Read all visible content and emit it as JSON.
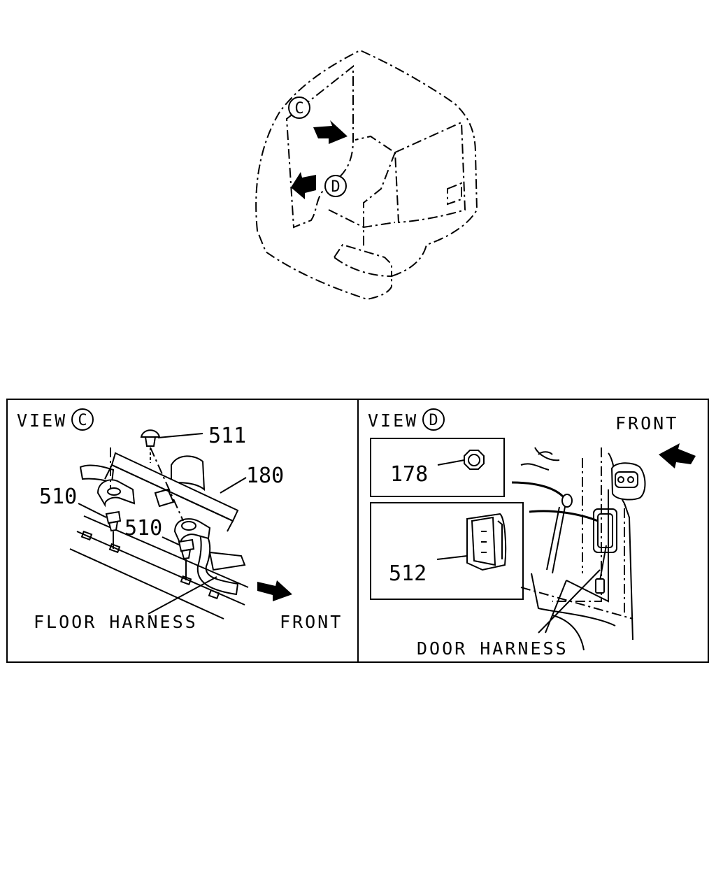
{
  "overview": {
    "marker_c": "C",
    "marker_d": "D"
  },
  "view_c": {
    "title": "VIEW",
    "marker": "C",
    "parts": [
      "511",
      "180",
      "510",
      "510"
    ],
    "caption_floor": "FLOOR HARNESS",
    "caption_front": "FRONT"
  },
  "view_d": {
    "title": "VIEW",
    "marker": "D",
    "parts": [
      "178",
      "512"
    ],
    "caption_front": "FRONT",
    "caption_door": "DOOR HARNESS"
  },
  "icons": {
    "arrow_right": "arrow-right-icon",
    "arrow_left": "arrow-left-icon"
  }
}
